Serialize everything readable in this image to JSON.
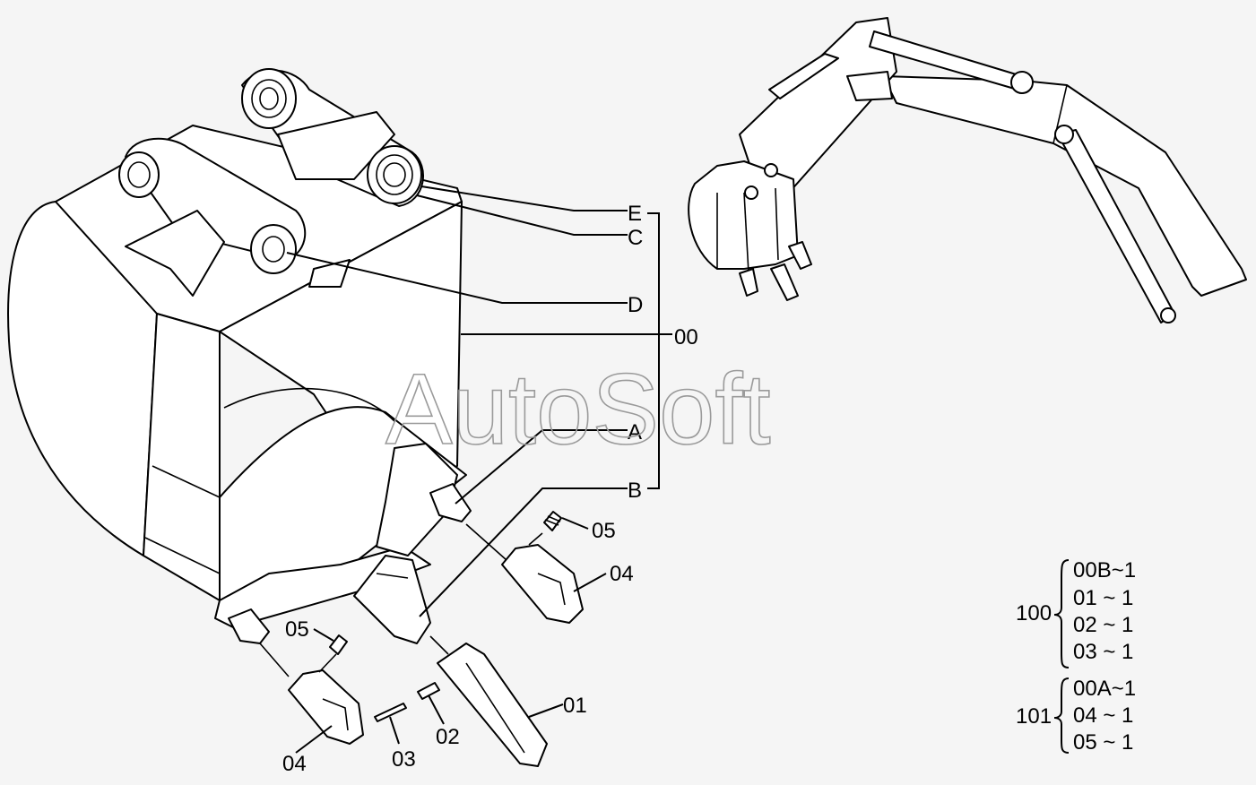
{
  "watermark": "AutoSoft",
  "callouts": {
    "E": "E",
    "C": "C",
    "D": "D",
    "A": "A",
    "B": "B",
    "group": "00"
  },
  "part_labels": {
    "p05_right": "05",
    "p04_right": "04",
    "p05_left": "05",
    "p04_left": "04",
    "p03": "03",
    "p02": "02",
    "p01": "01"
  },
  "assemblies": [
    {
      "id": "100",
      "items": [
        "00B~1",
        "01 ~ 1",
        "02 ~ 1",
        "03 ~ 1"
      ]
    },
    {
      "id": "101",
      "items": [
        "00A~1",
        "04 ~ 1",
        "05 ~ 1"
      ]
    }
  ],
  "colors": {
    "background": "#f5f5f5",
    "line": "#000000",
    "watermark": "#9a9a9a"
  }
}
